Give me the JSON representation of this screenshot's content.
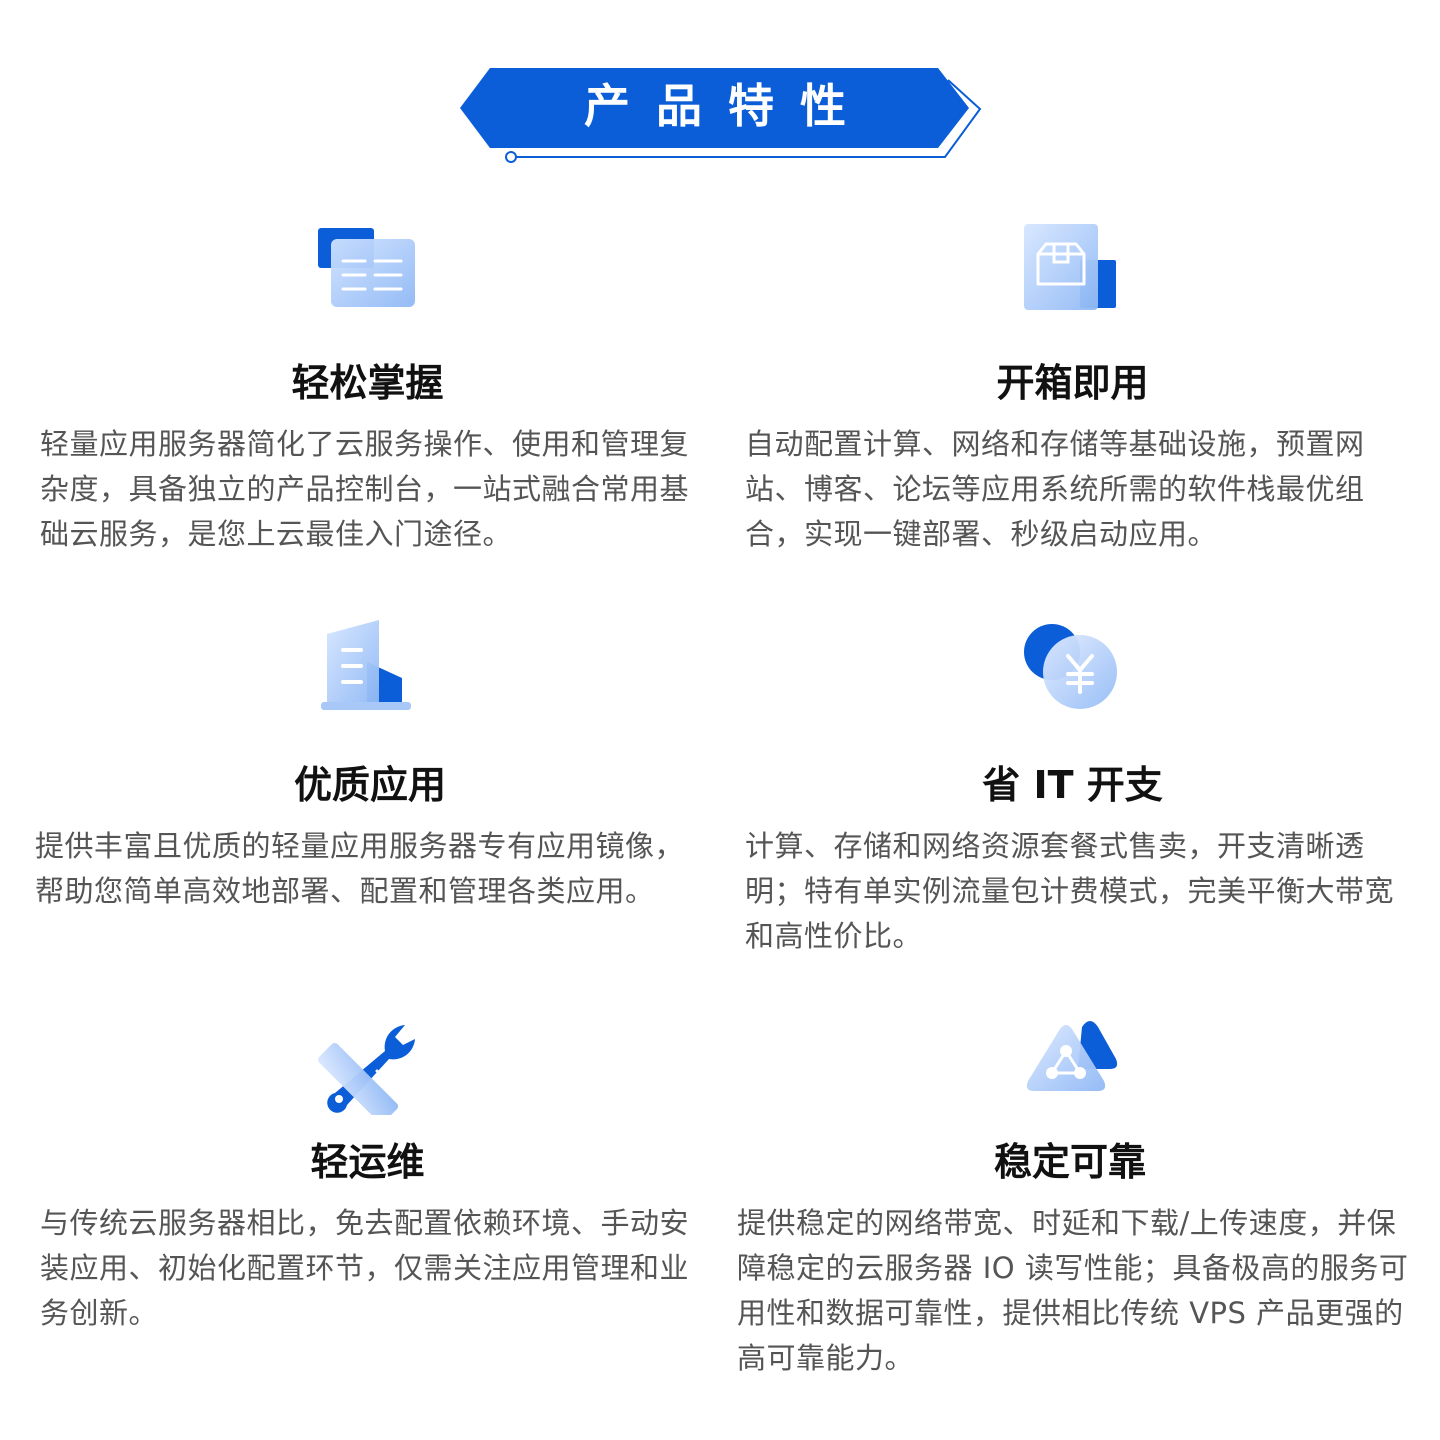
{
  "header": {
    "title": "产品特性",
    "accent_color": "#0b5ed7"
  },
  "features": [
    {
      "icon": "document-list-icon",
      "title": "轻松掌握",
      "description": "轻量应用服务器简化了云服务操作、使用和管理复杂度，具备独立的产品控制台，一站式融合常用基础云服务，是您上云最佳入门途径。"
    },
    {
      "icon": "package-box-icon",
      "title": "开箱即用",
      "description": "自动配置计算、网络和存储等基础设施，预置网站、博客、论坛等应用系统所需的软件栈最优组合，实现一键部署、秒级启动应用。"
    },
    {
      "icon": "building-icon",
      "title": "优质应用",
      "description": "提供丰富且优质的轻量应用服务器专有应用镜像，帮助您简单高效地部署、配置和管理各类应用。"
    },
    {
      "icon": "yuan-coin-icon",
      "title": "省 IT 开支",
      "description": "计算、存储和网络资源套餐式售卖，开支清晰透明；特有单实例流量包计费模式，完美平衡大带宽和高性价比。"
    },
    {
      "icon": "wrench-tool-icon",
      "title": "轻运维",
      "description": "与传统云服务器相比，免去配置依赖环境、手动安装应用、初始化配置环节，仅需关注应用管理和业务创新。"
    },
    {
      "icon": "stable-network-icon",
      "title": "稳定可靠",
      "description": "提供稳定的网络带宽、时延和下载/上传速度，并保障稳定的云服务器 IO 读写性能；具备极高的服务可用性和数据可靠性，提供相比传统 VPS 产品更强的高可靠能力。"
    }
  ]
}
